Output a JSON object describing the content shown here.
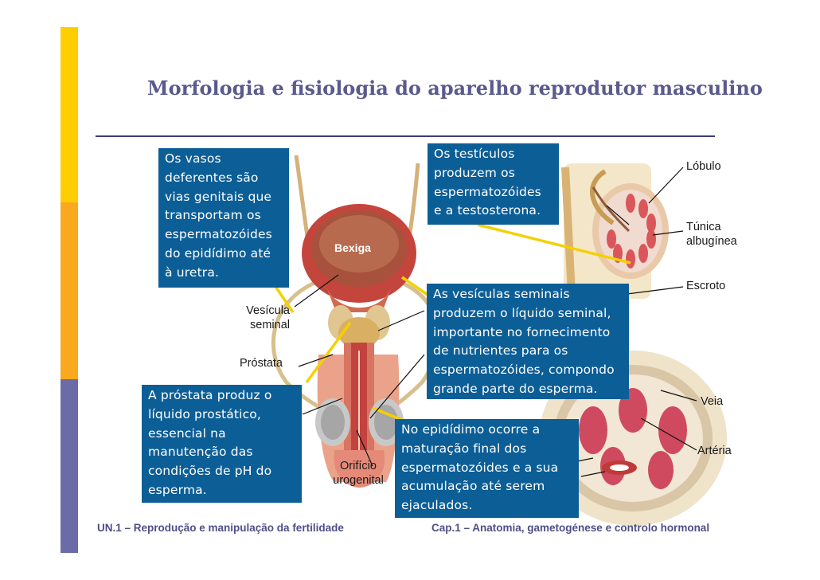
{
  "title": "Morfologia e fisiologia do aparelho reprodutor masculino",
  "boxes": {
    "vasos": [
      "Os vasos",
      "deferentes são",
      "vias genitais que",
      "transportam os",
      "espermatozóides",
      "do epidídimo até",
      "à uretra."
    ],
    "testiculos": [
      "Os testículos",
      "produzem os",
      "espermatozóides",
      "e a testosterona."
    ],
    "vesiculas": [
      "As vesículas seminais",
      "produzem o líquido seminal,",
      "importante no fornecimento",
      "de nutrientes para os",
      "espermatozóides, compondo",
      "grande parte do esperma."
    ],
    "prostata": [
      "A próstata produz o",
      "líquido prostático,",
      "essencial na",
      "manutenção das",
      "condições de pH do",
      "esperma."
    ],
    "epididimo": [
      "No epidídimo ocorre a",
      "maturação final dos",
      "espermatozóides e a sua",
      "acumulação até serem",
      "ejaculados."
    ]
  },
  "labels": {
    "bexiga": "Bexiga",
    "vesicula": [
      "Vesícula",
      "seminal"
    ],
    "prostata": "Próstata",
    "orificio": [
      "Orifício",
      "urogenital"
    ],
    "lobulo": "Lóbulo",
    "tunica": [
      "Túnica",
      "albugínea"
    ],
    "escroto": "Escroto",
    "veia": "Veia",
    "arteria": "Artéria"
  },
  "footer": {
    "left": "UN.1 – Reprodução e manipulação da fertilidade",
    "right": "Cap.1 – Anatomia, gametogénese e controlo hormonal"
  },
  "colors": {
    "box_bg": "#0c5e96",
    "title": "#5a5a8e",
    "bar_yellow": "#ffce00",
    "bar_orange": "#f9a91d",
    "bar_purple": "#6b6ba8",
    "pointer_yellow": "#f5d000"
  }
}
